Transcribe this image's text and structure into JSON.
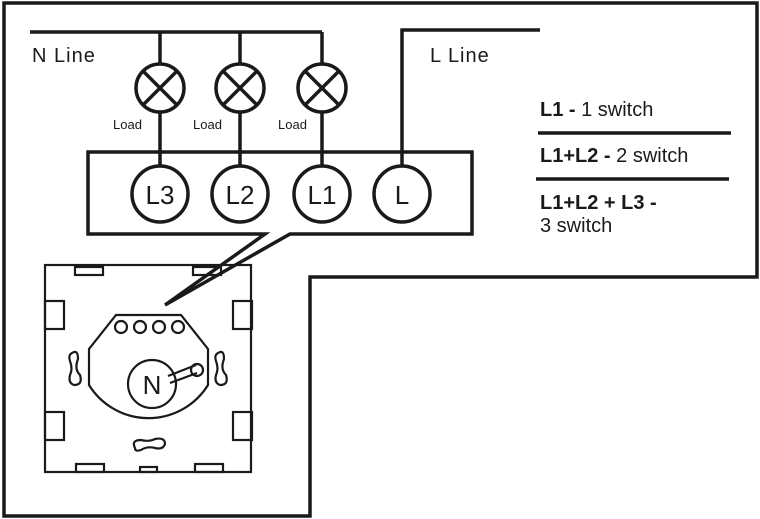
{
  "diagram": {
    "title": "Wall touch switch wiring diagram",
    "n_line_label": "N  Line",
    "l_line_label": "L  Line",
    "loads": [
      {
        "label": "Load",
        "terminal": "L3"
      },
      {
        "label": "Load",
        "terminal": "L2"
      },
      {
        "label": "Load",
        "terminal": "L1"
      }
    ],
    "live_terminal": "L",
    "neutral_terminal": "N",
    "legend": [
      {
        "bold": "L1 -",
        "text": " 1 switch"
      },
      {
        "bold": "L1+L2 -",
        "text": " 2 switch"
      },
      {
        "bold": "L1+L2 + L3 -",
        "text": "3 switch"
      }
    ],
    "colors": {
      "line": "#1a1a1a",
      "background": "#ffffff"
    }
  }
}
